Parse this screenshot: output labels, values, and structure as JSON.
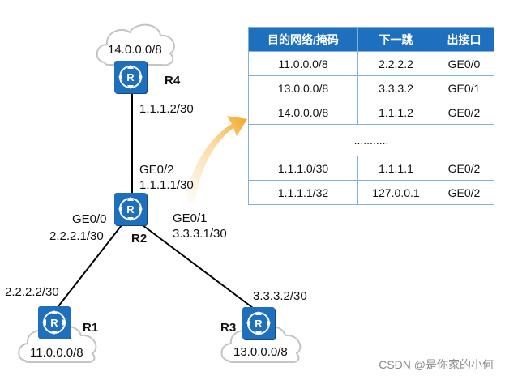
{
  "routers": {
    "r1": {
      "name": "R1",
      "icon": "router-icon"
    },
    "r2": {
      "name": "R2",
      "icon": "router-icon"
    },
    "r3": {
      "name": "R3",
      "icon": "router-icon"
    },
    "r4": {
      "name": "R4",
      "icon": "router-icon"
    }
  },
  "networks": {
    "r1": "11.0.0.0/8",
    "r3": "13.0.0.0/8",
    "r4": "14.0.0.0/8"
  },
  "interfaces": {
    "r4_ip": "1.1.1.2/30",
    "r2_ge02_name": "GE0/2",
    "r2_ge02_ip": "1.1.1.1/30",
    "r2_ge00_name": "GE0/0",
    "r2_ge00_ip": "2.2.2.1/30",
    "r2_ge01_name": "GE0/1",
    "r2_ge01_ip": "3.3.3.1/30",
    "r1_ip": "2.2.2.2/30",
    "r3_ip": "3.3.3.2/30"
  },
  "routing_table": {
    "headers": [
      "目的网络/掩码",
      "下一跳",
      "出接口"
    ],
    "rows": [
      [
        "11.0.0.0/8",
        "2.2.2.2",
        "GE0/0"
      ],
      [
        "13.0.0.0/8",
        "3.3.3.2",
        "GE0/1"
      ],
      [
        "14.0.0.0/8",
        "1.1.1.2",
        "GE0/2"
      ],
      [
        "...........",
        "",
        ""
      ],
      [
        "1.1.1.0/30",
        "1.1.1.1",
        "GE0/2"
      ],
      [
        "1.1.1.1/32",
        "127.0.0.1",
        "GE0/2"
      ]
    ]
  },
  "colors": {
    "router": "#1f6fbf",
    "table_header": "#1f6fbf",
    "table_border": "#7fb0de",
    "arrow": "#f5a623"
  },
  "watermark": "CSDN @是你家的小何"
}
